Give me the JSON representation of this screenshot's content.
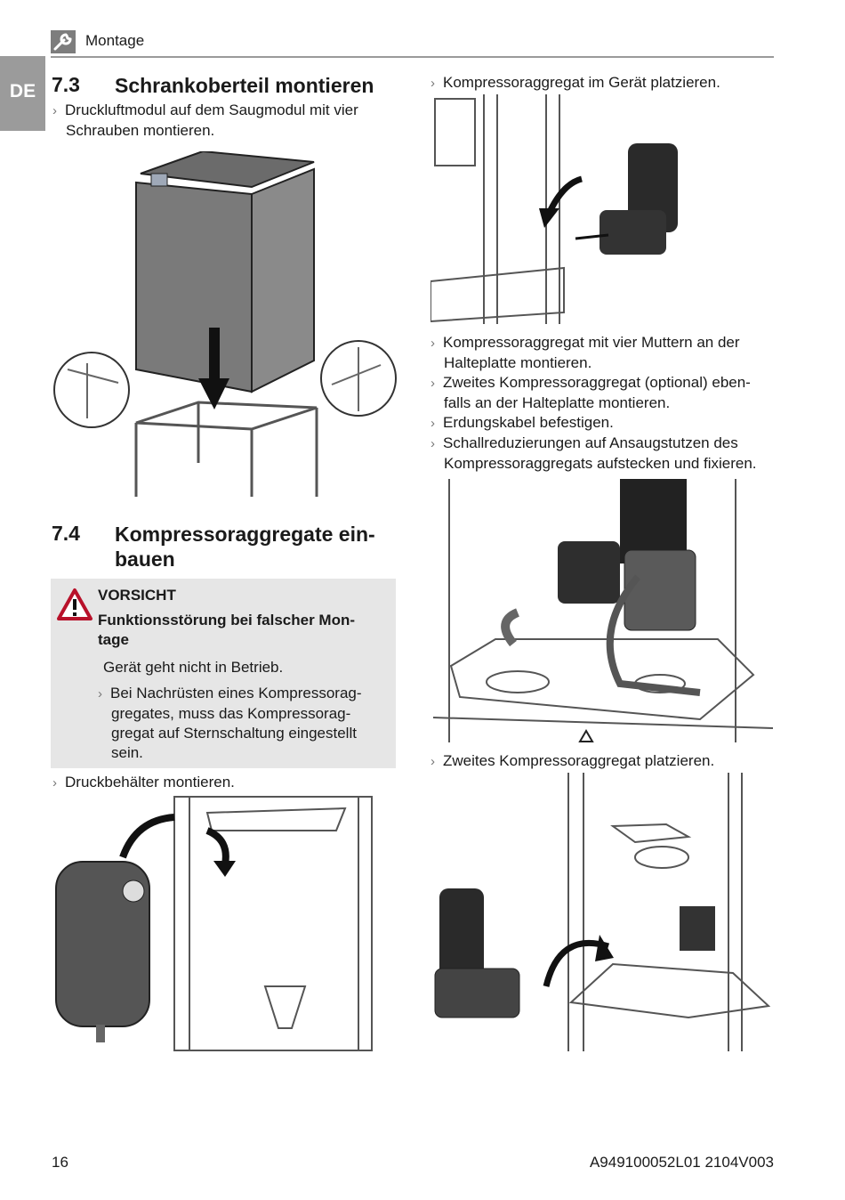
{
  "header": {
    "section": "Montage",
    "icon": "wrench-icon"
  },
  "language_tab": "DE",
  "section_7_3": {
    "number": "7.3",
    "title": "Schrankoberteil montieren",
    "steps": [
      "Druckluftmodul auf dem Saugmodul mit vier",
      "Schrauben montieren."
    ]
  },
  "section_7_4": {
    "number": "7.4",
    "title_line1": "Kompressoraggregate ein-",
    "title_line2": "bauen"
  },
  "warning": {
    "icon": "warning-triangle-icon",
    "level": "VORSICHT",
    "heading_line1": "Funktionsstörung bei falscher Mon-",
    "heading_line2": "tage",
    "consequence": "Gerät geht nicht in Betrieb.",
    "action_lines": [
      "Bei Nachrüsten eines Kompressorag-",
      "gregates, muss das Kompressorag-",
      "gregat auf Sternschaltung eingestellt",
      "sein."
    ]
  },
  "left_steps": {
    "druckbehaelter": "Druckbehälter montieren."
  },
  "right_steps": {
    "platzieren": "Kompressoraggregat im Gerät platzieren.",
    "muttern_1": "Kompressoraggregat mit vier Muttern an der",
    "muttern_2": "Halteplatte montieren.",
    "zweites_1": "Zweites Kompressoraggregat (optional) eben-",
    "zweites_2": "falls an der Halteplatte montieren.",
    "erdung": "Erdungskabel befestigen.",
    "schall_1": "Schallreduzierungen auf Ansaugstutzen des",
    "schall_2": "Kompressoraggregats aufstecken und fixieren.",
    "zweites_platzieren": "Zweites Kompressoraggregat platzieren."
  },
  "footer": {
    "page_number": "16",
    "doc_id": "A949100052L01 2104V003"
  }
}
